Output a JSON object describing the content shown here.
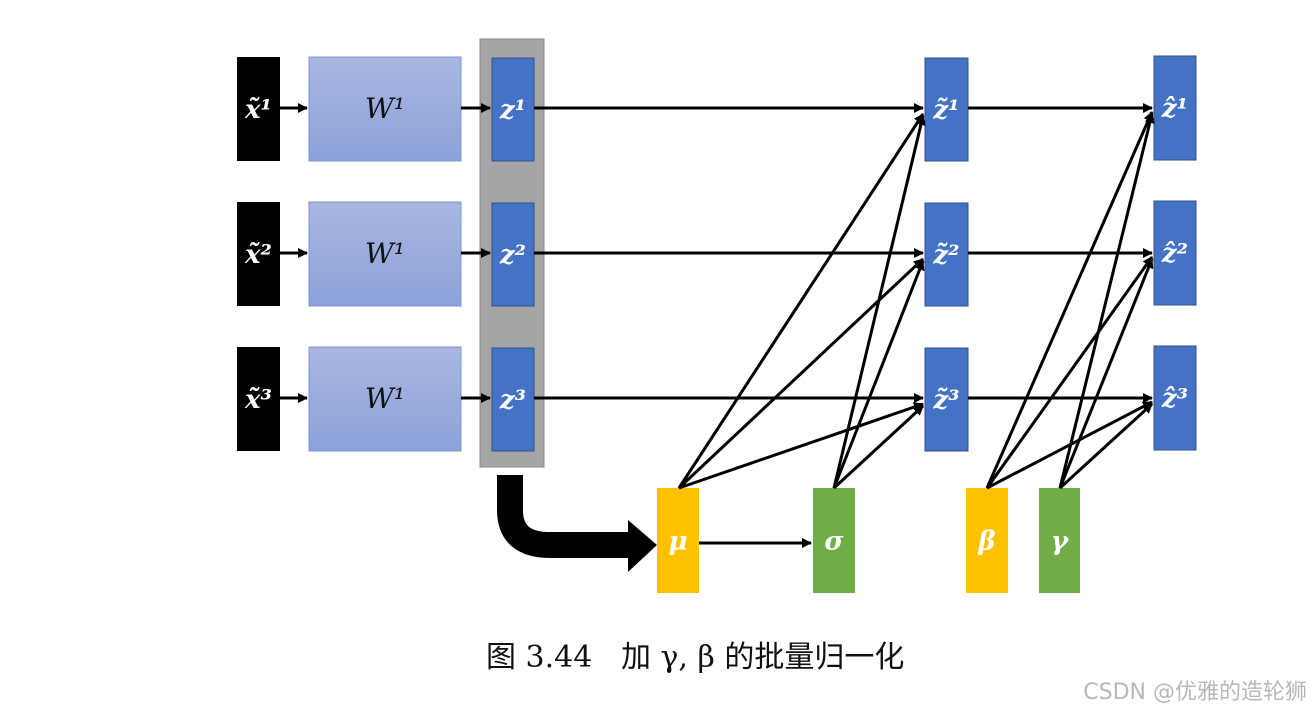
{
  "diagram": {
    "inputs": [
      "x̃¹",
      "x̃²",
      "x̃³"
    ],
    "weights": [
      "W¹",
      "W¹",
      "W¹"
    ],
    "z": [
      "z¹",
      "z²",
      "z³"
    ],
    "z_tilde": [
      "z̃¹",
      "z̃²",
      "z̃³"
    ],
    "z_hat": [
      "ẑ¹",
      "ẑ²",
      "ẑ³"
    ],
    "mu": "μ",
    "sigma": "σ",
    "beta": "β",
    "gamma": "γ",
    "colors": {
      "input": "#000000",
      "weight": "#97A9DC",
      "z": "#4472C4",
      "panel": "#A5A5A5",
      "mu": "#FFC000",
      "sigma": "#70AD47",
      "beta": "#FFC000",
      "gamma": "#70AD47"
    }
  },
  "caption": "图 3.44   加 γ, β 的批量归一化",
  "watermark": "CSDN @优雅的造轮狮"
}
